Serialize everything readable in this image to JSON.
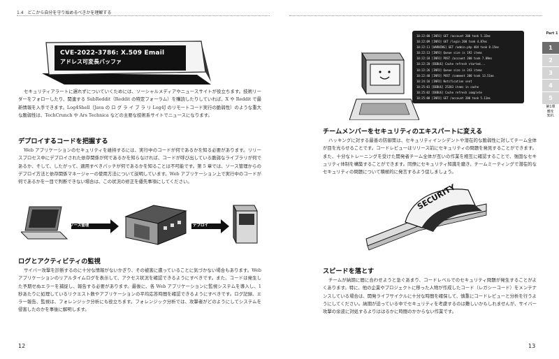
{
  "left_page": {
    "running_head": "1.4　どこから自分を守り始めるべきかを理解する",
    "cve_banner": {
      "line1": "CVE-2022-3786: X.509 Email",
      "line2": "アドレス可変長バッファ"
    },
    "intro_paragraph": "セキュリティアラートに遅れずについていくためには、ソーシャルメディアやニュースサイトが役立ちます。技術リーダーをフォローしたり、関連する SubReddit（Reddit の特定フォーラム）を購読したりしていれば、X や Reddit で最新情報を入手できます。Log4Shell（Java の ロ グ ラ イ ブ ラ リ Log4J のリモートコード実行の脆弱性）のような重大な脆弱性は、TechCrunch や Ars Technica などの主要な技術系サイトでニュースになります。",
    "section_deploy": {
      "heading": "デプロイするコードを把握する",
      "paragraph": "Web アプリケーションのセキュリティを維持するには、実行中のコードが何であるかを知る必要があります。リリースプロセス中にデプロイされた依存関係が何であるかを知らなければ、コードが呼び出している脆弱なライブラリが何であるか、そして、したがって、適用すべきパッチが何であるかを知ることは不可能です。第 5 章では、ソース管理からのデプロイ方法と依存関係マネージャーの使用方法について説明しています。Web アプリケーション上で実行中のコードが何であるかを一目で判断できない場合は、この状況の修正を優先事項にしてください。",
      "diagram": {
        "label_source": "ソース管理",
        "label_deploy": "デプロイ"
      }
    },
    "section_logging": {
      "heading": "ログとアクティビティの監視",
      "paragraph": "サイバー攻撃を診断するのに十分な情報がないかぎり、その被害に遭っていることに気づかない場合もあります。Web アプリケーションのリアルタイムログを表示して、アクセス状況を確認できるようにすべきです。また、コードは発生した予期せぬエラーを捕捉し、報告する必要があります。最後に、各 Web アプリケーションに監視システムを導入し、1 秒あたりに処理しているリクエスト数やアプリケーションの平均応答時間を確認できるようにすべきです。ログ記録、エラー報告、監視は、フォレンジック分析にも役立ちます。フォレンジック分析では、攻撃者がどのようにしてシステムを侵害したのかを事後に解明します。"
    },
    "page_number": "12"
  },
  "right_page": {
    "log_lines": [
      "10:22:00 [INFO] GET /account 200 took 5.32ms",
      "10:22:09 [INFO] GET /login 200 took 4.87ms",
      "10:22:11 [WARNING] GET /admin.php 404 took 8.15ms",
      "10:22:13 [INFO] Queue size is 192 items",
      "10:22:18 [INFO] POST /account 200 took 7.09ms",
      "10:22:20 [DEBUG] Cache refresh started...",
      "10:22:26 [INFO] Queue size is 243 items",
      "10:22:40 [INFO] POST /comment 200 took 13.51ms",
      "10:24:16 [INFO] Notification sent",
      "10:25:01 [DEBUG] 25283 items in cache",
      "10:25:02 [DEBUG] Cache refresh complete",
      "10:25:08 [INFO] GET /account 200 took 5.11ms"
    ],
    "section_team": {
      "heading": "チームメンバーをセキュリティのエキスパートに変える",
      "paragraph": "ハッキングに対する最善の防御策は、セキュリティインシデントや潜在的な脆弱性に対してチーム全体が目を光らせることです。コードレビューはリリース前にセキュリティの問題を発見することができます。また、十分なトレーニングを受けた開発者チーム全体が互いの作業を相互に確認することで、強固なセキュリティ体制を構築することができます。同僚にセキュリティ知識を磨き、チームミーティングで潜在的なセキュリティの問題について積極的に発言するよう促しましょう。"
    },
    "book_label": "SECURITY",
    "section_speed": {
      "heading": "スピードを落とす",
      "paragraph": "チームが納期に間に合わせようと急ぐあまり、コードレベルでのセキュリティ問題が発生することがよくあります。特に、他の企業やプロジェクトに移った人物が作成したコード（レガシーコード）をメンテナンスしている場合は、開発ライフサイクルに十分な時間を確保して、慎重にコードレビューと分析を行うようにしてください。納期が迫っている中でセキュリティを考慮するのは難しいかもしれませんが、サイバー攻撃の余波に対処するよりははるかに時間のかからない作業です。"
    },
    "page_number": "13",
    "side_tabs": {
      "part_label": "Part 1",
      "tabs": [
        "1",
        "2",
        "3",
        "4",
        "5"
      ],
      "active_tab": "1",
      "chapter_label": "第1章 敵を知れ"
    }
  }
}
